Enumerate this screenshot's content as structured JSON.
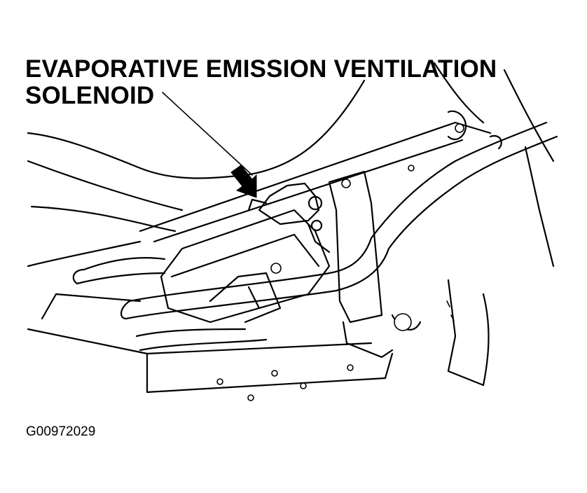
{
  "callout": {
    "line1": "EVAPORATIVE EMISSION VENTILATION",
    "line2": "SOLENOID"
  },
  "figure_id": "G00972029",
  "colors": {
    "ink": "#000000",
    "paper": "#ffffff"
  }
}
